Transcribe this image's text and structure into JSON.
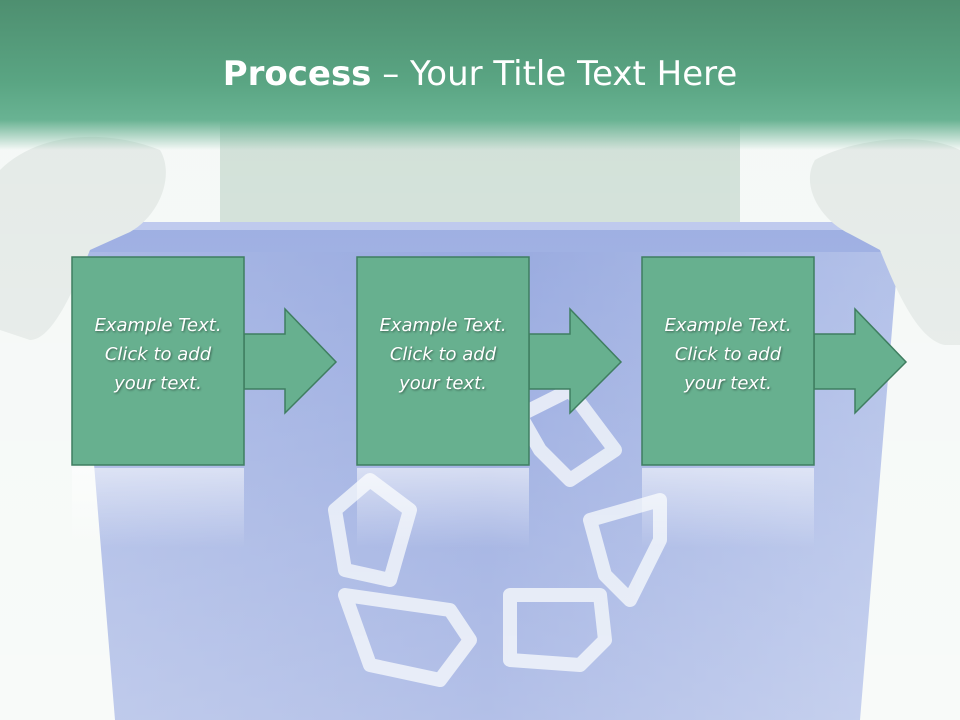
{
  "slide": {
    "title_bold": "Process",
    "title_rest": " – Your Title Text Here"
  },
  "steps": [
    {
      "line1": "Example Text.",
      "line2": "Click  to add",
      "line3": "your text."
    },
    {
      "line1": "Example Text.",
      "line2": "Click  to add",
      "line3": "your text."
    },
    {
      "line1": "Example Text.",
      "line2": "Click  to add",
      "line3": "your text."
    }
  ],
  "colors": {
    "title_bar": "#5aa583",
    "box_fill": "#67b08f",
    "box_stroke": "#3f7e60",
    "bucket": "#8c9fdc",
    "recycle_symbol": "#e6ecf7"
  },
  "background_image": {
    "icon": "recycle-symbol-icon"
  }
}
